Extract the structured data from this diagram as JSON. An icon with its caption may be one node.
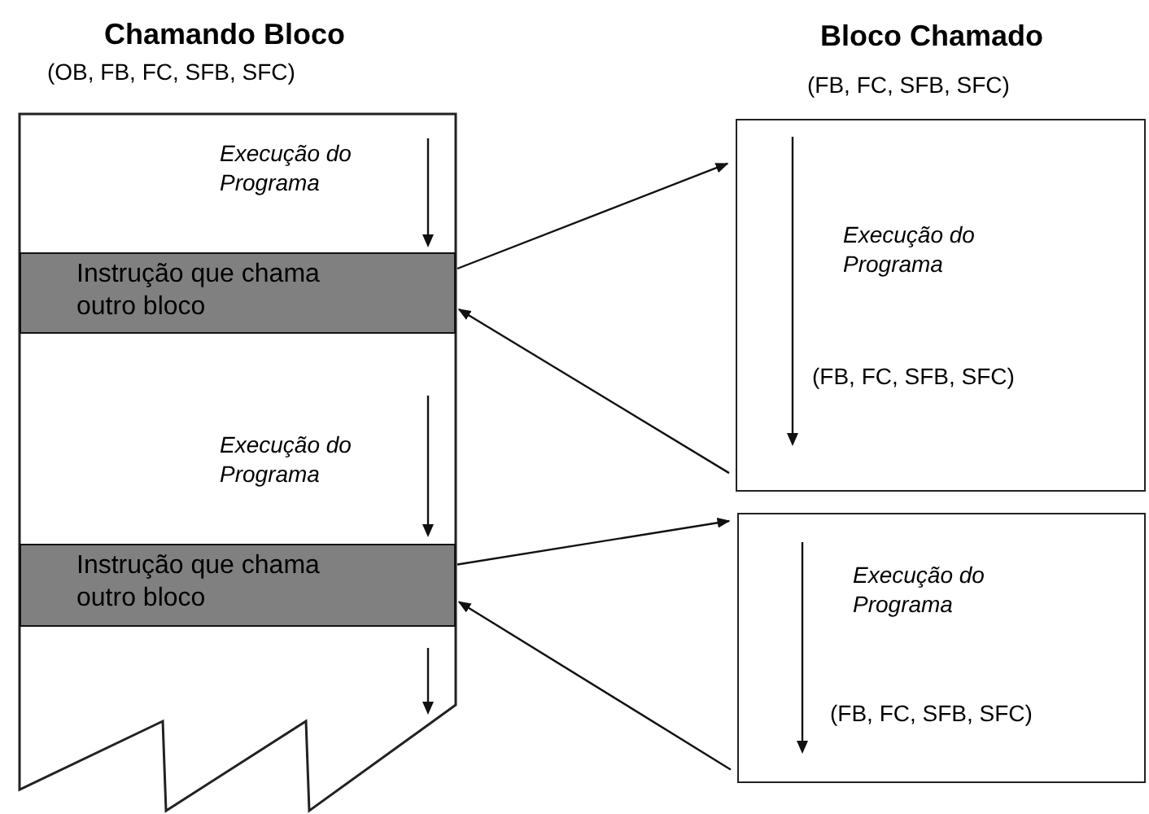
{
  "diagram": {
    "nodes": [
      {
        "text": [
          "Chamando Bloco",
          "(OB, FB, FC, SFB, SFC)",
          "Execução do Programa",
          "Execução do Programa"
        ]
      },
      {
        "text": [
          "Instrução que chama outro bloco"
        ],
        "in": 0
      },
      {
        "text": [
          "Instrução que chama outro bloco"
        ],
        "in": 0
      },
      {
        "text": [
          "Bloco Chamado",
          "(FB, FC, SFB, SFC)",
          "Execução do Programa",
          "(FB, FC, SFB, SFC)"
        ]
      },
      {
        "text": [
          "Execução do Programa",
          "(FB, FC, SFB, SFC)"
        ]
      }
    ],
    "edges": [
      {
        "from": 1,
        "to": 3,
        "arrow": "to"
      },
      {
        "from": 3,
        "to": 1,
        "arrow": "to"
      },
      {
        "from": 2,
        "to": 4,
        "arrow": "to"
      },
      {
        "from": 4,
        "to": 2,
        "arrow": "to"
      }
    ]
  }
}
